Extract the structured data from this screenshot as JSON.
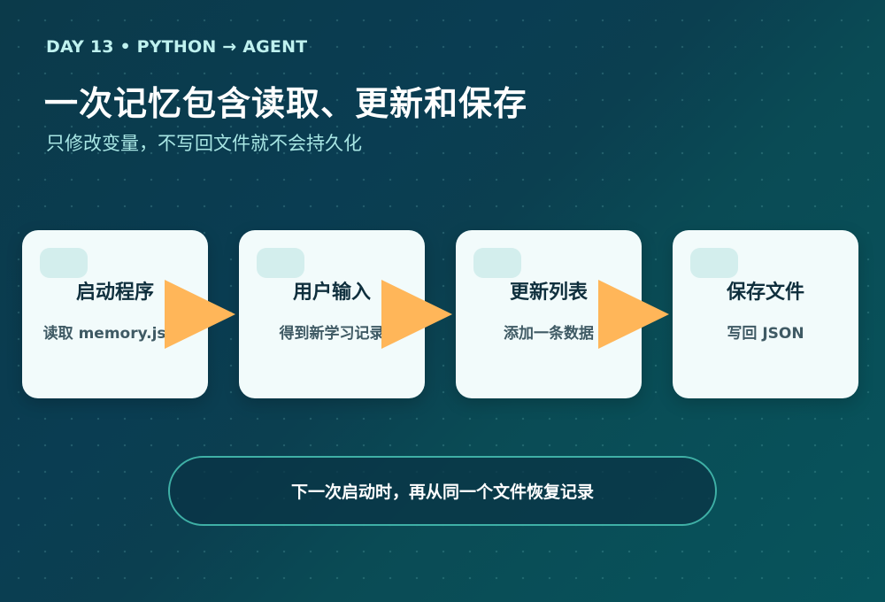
{
  "header": {
    "kicker": "DAY 13 • PYTHON → AGENT",
    "title": "一次记忆包含读取、更新和保存",
    "subtitle": "只修改变量，不写回文件就不会持久化"
  },
  "steps": [
    {
      "title": "启动程序",
      "desc": "读取 memory.json"
    },
    {
      "title": "用户输入",
      "desc": "得到新学习记录"
    },
    {
      "title": "更新列表",
      "desc": "添加一条数据"
    },
    {
      "title": "保存文件",
      "desc": "写回 JSON"
    }
  ],
  "footer": {
    "text": "下一次启动时，再从同一个文件恢复记录"
  },
  "colors": {
    "arrow": "#ffb659",
    "card": "#f2fbfb",
    "badge": "#d3eeed",
    "accent_border": "#3fb0a6"
  }
}
